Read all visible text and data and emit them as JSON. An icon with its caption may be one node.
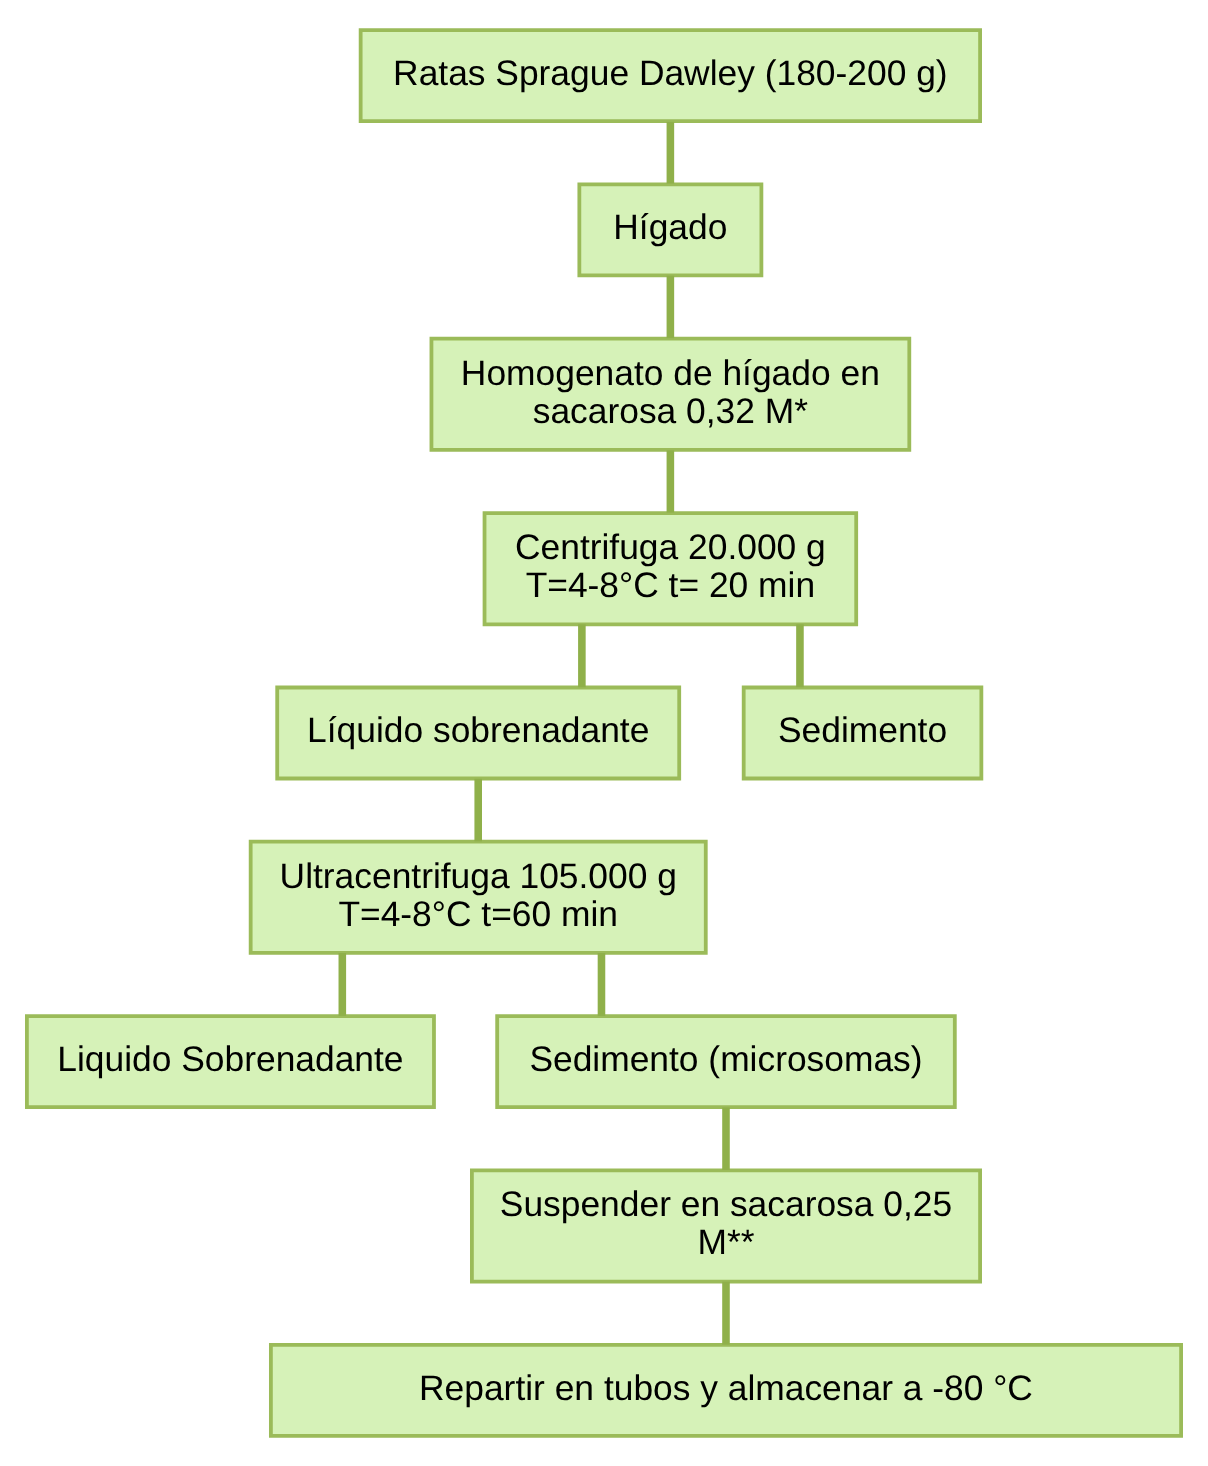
{
  "diagram": {
    "nodes": [
      {
        "text": [
          "Ratas Sprague Dawley (180-200 g)"
        ]
      },
      {
        "text": [
          "Hígado"
        ]
      },
      {
        "text": [
          "Homogenato de hígado en sacarosa 0,32 M*"
        ]
      },
      {
        "text": [
          "Centrifuga 20.000 g T=4-8°C t= 20 min"
        ]
      },
      {
        "text": [
          "Líquido sobrenadante"
        ]
      },
      {
        "text": [
          "Sedimento"
        ]
      },
      {
        "text": [
          "Ultracentrifuga 105.000 g T=4-8°C t=60 min"
        ]
      },
      {
        "text": [
          "Liquido Sobrenadante"
        ]
      },
      {
        "text": [
          "Sedimento (microsomas)"
        ]
      },
      {
        "text": [
          "Suspender en sacarosa 0,25 M**"
        ]
      },
      {
        "text": [
          "Repartir en tubos y almacenar a -80 °C"
        ]
      }
    ],
    "edges": [
      {
        "from": 0,
        "to": 1,
        "arrow": "none"
      },
      {
        "from": 1,
        "to": 2,
        "arrow": "none"
      },
      {
        "from": 2,
        "to": 3,
        "arrow": "none"
      },
      {
        "from": 3,
        "to": 4,
        "arrow": "none"
      },
      {
        "from": 3,
        "to": 5,
        "arrow": "none"
      },
      {
        "from": 4,
        "to": 6,
        "arrow": "none"
      },
      {
        "from": 6,
        "to": 7,
        "arrow": "none"
      },
      {
        "from": 6,
        "to": 8,
        "arrow": "none"
      },
      {
        "from": 8,
        "to": 9,
        "arrow": "none"
      },
      {
        "from": 9,
        "to": 10,
        "arrow": "none"
      }
    ]
  }
}
